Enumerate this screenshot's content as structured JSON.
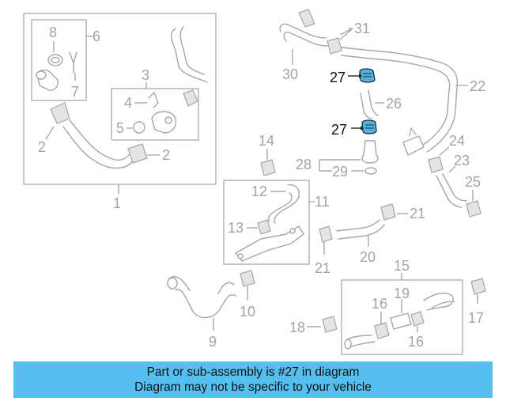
{
  "diagram": {
    "callouts": {
      "c1": "1",
      "c2a": "2",
      "c2b": "2",
      "c3": "3",
      "c4": "4",
      "c5": "5",
      "c6": "6",
      "c7": "7",
      "c8": "8",
      "c9": "9",
      "c10": "10",
      "c11": "11",
      "c12": "12",
      "c13": "13",
      "c14": "14",
      "c15": "15",
      "c16a": "16",
      "c16b": "16",
      "c17": "17",
      "c18": "18",
      "c19": "19",
      "c20": "20",
      "c21a": "21",
      "c21b": "21",
      "c22": "22",
      "c23": "23",
      "c24": "24",
      "c25": "25",
      "c26": "26",
      "c27a": "27",
      "c27b": "27",
      "c28": "28",
      "c29": "29",
      "c30": "30",
      "c31": "31"
    },
    "highlighted_part": "27",
    "highlight_color": "#4fb4e0",
    "banner_color": "#55bff0"
  },
  "banner": {
    "line1": "Part or sub-assembly is #27 in diagram",
    "line2": "Diagram may not be specific to your vehicle"
  }
}
